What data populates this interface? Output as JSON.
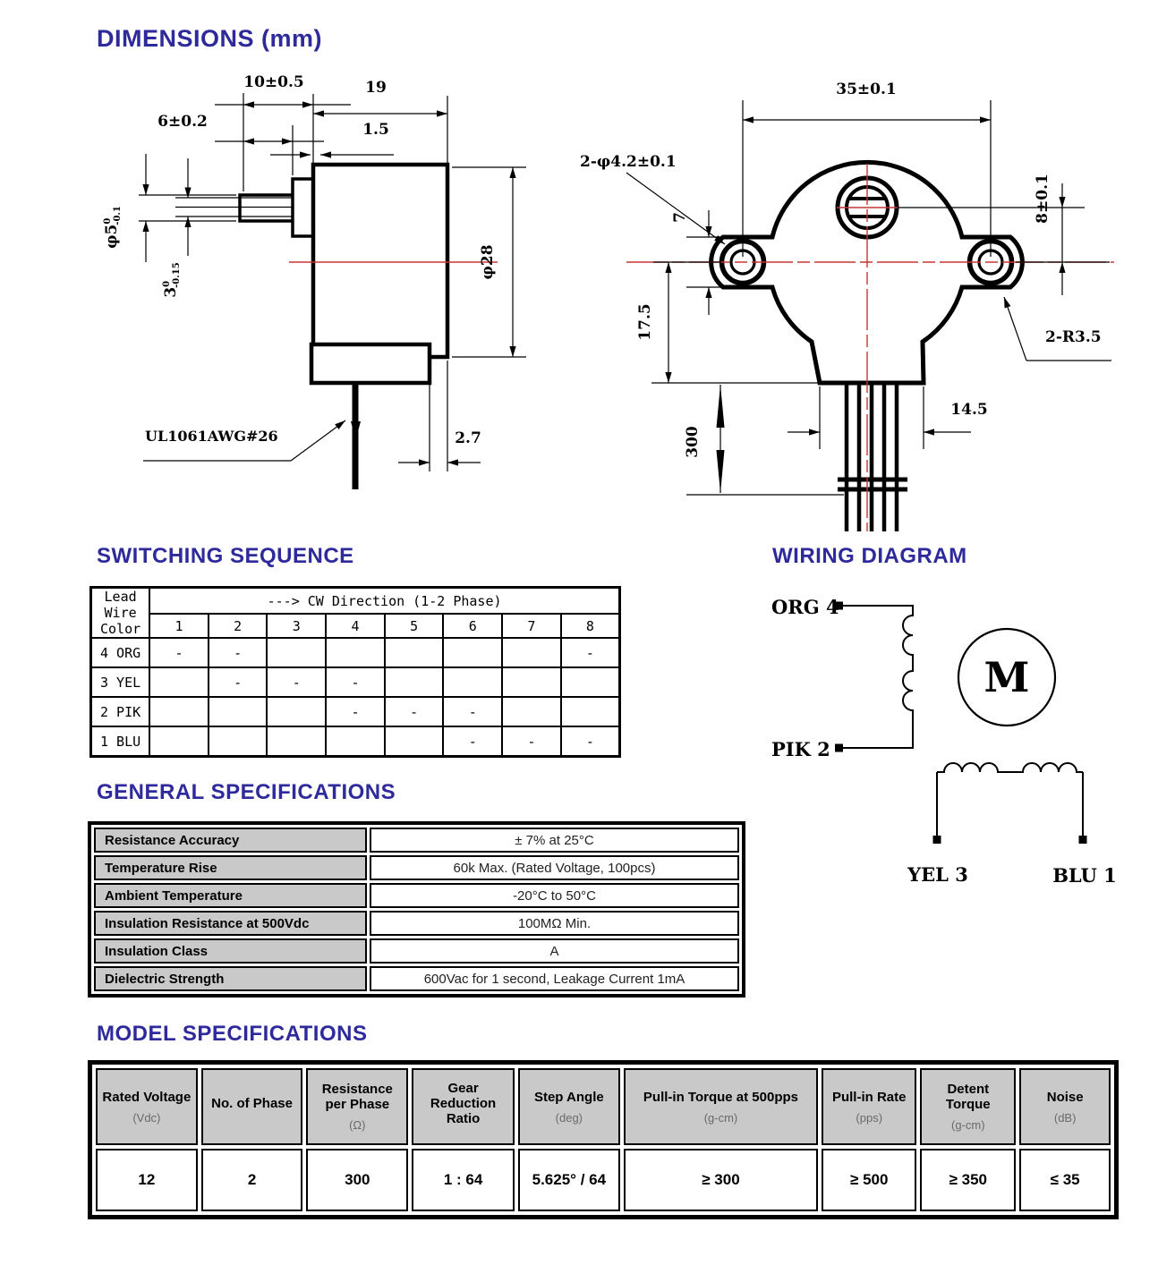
{
  "sections": {
    "dimensions_title": "DIMENSIONS (mm)",
    "switching_title": "SWITCHING SEQUENCE",
    "wiring_title": "WIRING DIAGRAM",
    "general_title": "GENERAL SPECIFICATIONS",
    "model_title": "MODEL SPECIFICATIONS"
  },
  "dimensions_drawing": {
    "side_view": {
      "d10": "10±0.5",
      "d19": "19",
      "d6": "6±0.2",
      "d1_5": "1.5",
      "shaft_dia": {
        "main": "φ5",
        "tol_top": "0",
        "tol_bottom": "-0.1"
      },
      "shaft_flat": {
        "main": "3",
        "tol_top": "0",
        "tol_bottom": "-0.15"
      },
      "body_dia": "φ28",
      "d2_7": "2.7",
      "wire_label": "UL1061AWG#26"
    },
    "front_view": {
      "d35": "35±0.1",
      "holes": "2-φ4.2±0.1",
      "d8": "8±0.1",
      "d7": "7",
      "d17_5": "17.5",
      "d300": "300",
      "d14_5": "14.5",
      "ears": "2-R3.5"
    }
  },
  "switching_table": {
    "row_header": {
      "line1": "Lead Wire",
      "line2": "Color"
    },
    "cw_header": "---> CW Direction (1-2 Phase)",
    "steps": [
      "1",
      "2",
      "3",
      "4",
      "5",
      "6",
      "7",
      "8"
    ],
    "rows": [
      {
        "label": "4 ORG",
        "marks": [
          "-",
          "-",
          "",
          "",
          "",
          "",
          "",
          "-"
        ]
      },
      {
        "label": "3 YEL",
        "marks": [
          "",
          "-",
          "-",
          "-",
          "",
          "",
          "",
          ""
        ]
      },
      {
        "label": "2 PIK",
        "marks": [
          "",
          "",
          "",
          "-",
          "-",
          "-",
          "",
          ""
        ]
      },
      {
        "label": "1 BLU",
        "marks": [
          "",
          "",
          "",
          "",
          "",
          "-",
          "-",
          "-"
        ]
      }
    ]
  },
  "wiring": {
    "labels": {
      "org": "ORG 4",
      "pik": "PIK 2",
      "yel": "YEL 3",
      "blu": "BLU 1",
      "motor": "M"
    }
  },
  "general_table": {
    "rows": [
      {
        "label": "Resistance Accuracy",
        "value": "± 7% at 25°C"
      },
      {
        "label": "Temperature Rise",
        "value": "60k Max. (Rated Voltage, 100pcs)"
      },
      {
        "label": "Ambient Temperature",
        "value": "-20°C to 50°C"
      },
      {
        "label": "Insulation Resistance at 500Vdc",
        "value": "100MΩ Min."
      },
      {
        "label": "Insulation Class",
        "value": "A"
      },
      {
        "label": "Dielectric Strength",
        "value": "600Vac for 1 second, Leakage Current 1mA"
      }
    ]
  },
  "model_table": {
    "columns": [
      {
        "label": "Rated Voltage",
        "unit": "(Vdc)",
        "value": "12"
      },
      {
        "label": "No. of Phase",
        "unit": "",
        "value": "2"
      },
      {
        "label": "Resistance per Phase",
        "unit": "(Ω)",
        "value": "300"
      },
      {
        "label": "Gear Reduction Ratio",
        "unit": "",
        "value": "1 : 64"
      },
      {
        "label": "Step Angle",
        "unit": "(deg)",
        "value": "5.625° / 64"
      },
      {
        "label": "Pull-in Torque at 500pps",
        "unit": "(g-cm)",
        "value": "≥ 300"
      },
      {
        "label": "Pull-in Rate",
        "unit": "(pps)",
        "value": "≥ 500"
      },
      {
        "label": "Detent Torque",
        "unit": "(g-cm)",
        "value": "≥ 350"
      },
      {
        "label": "Noise",
        "unit": "(dB)",
        "value": "≤ 35"
      }
    ]
  },
  "colors": {
    "heading": "#2e2a9c",
    "line": "#000000",
    "centerline": "#cc3333",
    "table_header_bg": "#c9c9c9"
  }
}
